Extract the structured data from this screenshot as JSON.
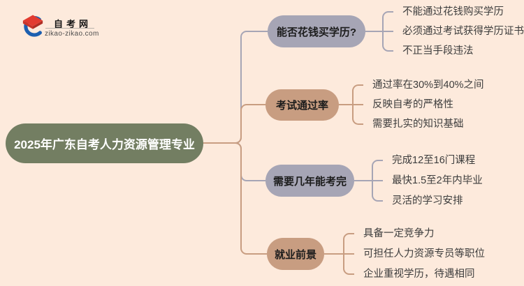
{
  "logo": {
    "site_name": "自考网",
    "site_url": "zikao-zikao.com",
    "icon": "graduation-cap-icon"
  },
  "main_topic": {
    "label": "2025年广东自考人力资源管理专业"
  },
  "branches": [
    {
      "label": "能否花钱买学历?",
      "color": "purple",
      "items": [
        "不能通过花钱购买学历",
        "必须通过考试获得学历证书",
        "不正当手段违法"
      ]
    },
    {
      "label": "考试通过率",
      "color": "tan",
      "items": [
        "通过率在30%到40%之间",
        "反映自考的严格性",
        "需要扎实的知识基础"
      ]
    },
    {
      "label": "需要几年能考完",
      "color": "purple",
      "items": [
        "完成12至16门课程",
        "最快1.5至2年内毕业",
        "灵活的学习安排"
      ]
    },
    {
      "label": "就业前景",
      "color": "tan",
      "items": [
        "具备一定竞争力",
        "可担任人力资源专员等职位",
        "企业重视学历，待遇相同"
      ]
    }
  ],
  "colors": {
    "bg": "#fdeadc",
    "green": "#737e62",
    "purple": "#a6a5b5",
    "tan": "#c89d81",
    "ink": "#1c1c1c",
    "leaf": "#3d3d3d",
    "url": "#4c4c4c"
  }
}
